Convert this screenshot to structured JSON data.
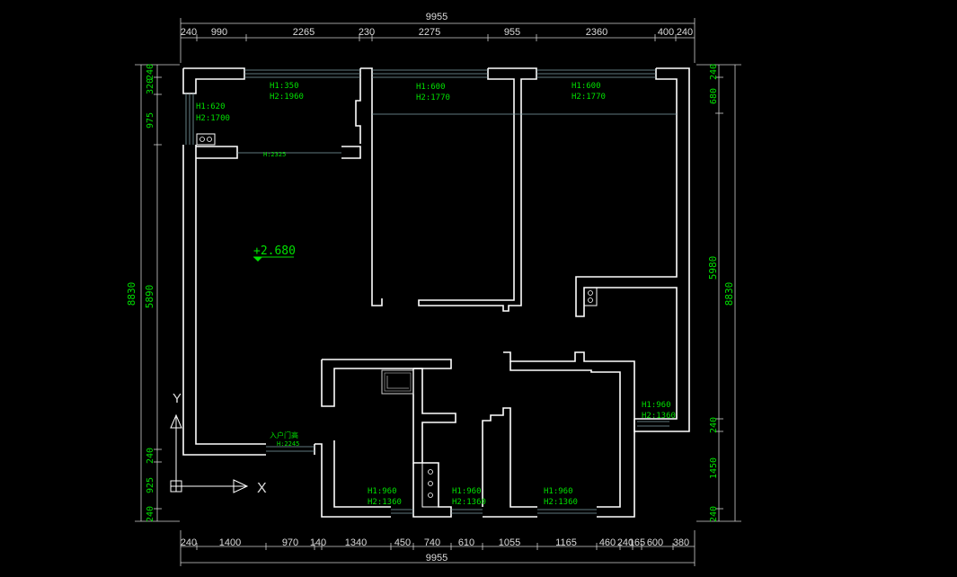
{
  "overall": {
    "top": "9955",
    "bottom": "9955",
    "left": "8830",
    "right": "8830"
  },
  "top_dims": [
    "240",
    "990",
    "2265",
    "230",
    "2275",
    "955",
    "2360",
    "400",
    "240"
  ],
  "bottom_dims": [
    "240",
    "1400",
    "970",
    "140",
    "1340",
    "450",
    "740",
    "610",
    "1055",
    "1165",
    "460",
    "240",
    "165",
    "600",
    "380"
  ],
  "left_dims": [
    "240",
    "320",
    "975",
    "5890",
    "240",
    "925",
    "240"
  ],
  "right_dims": [
    "240",
    "680",
    "5980",
    "240",
    "1450",
    "240"
  ],
  "level": "+2.680",
  "axis": {
    "y": "Y",
    "x": "X"
  },
  "labels": {
    "w1_h1": "H1:350",
    "w1_h2": "H2:1960",
    "w2_h1": "H1:600",
    "w2_h2": "H2:1770",
    "w3_h1": "H1:600",
    "w3_h2": "H2:1770",
    "w4_h1": "H1:620",
    "w4_h2": "H2:1700",
    "beam": "H:2325",
    "entry_label": "入户门高",
    "entry_h": "H:2245",
    "r1_h1": "H1:960",
    "r1_h2": "H2:1360",
    "b1_h1": "H1:960",
    "b1_h2": "H2:1360",
    "b2_h1": "H1:960",
    "b2_h2": "H2:1360",
    "b3_h1": "H1:960",
    "b3_h2": "H2:1360"
  }
}
